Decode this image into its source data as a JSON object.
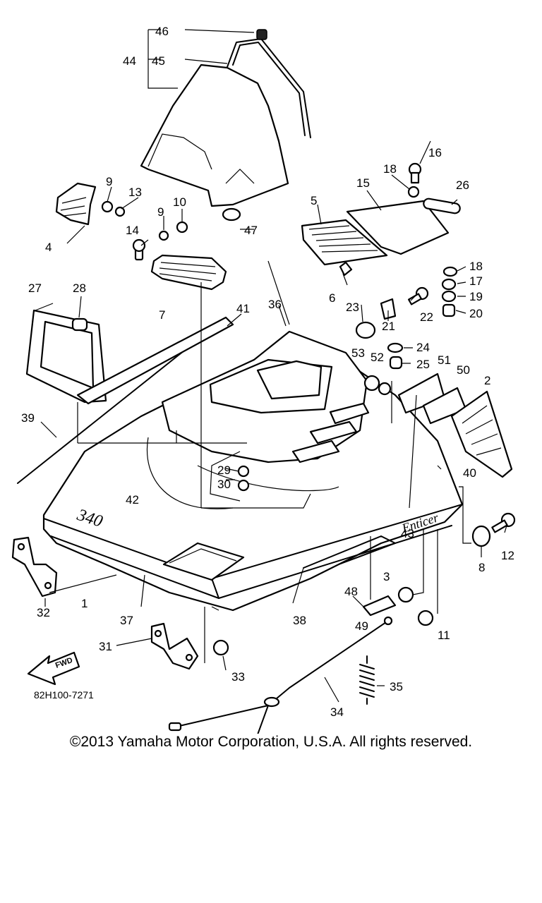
{
  "diagram": {
    "callouts": {
      "c1": "1",
      "c2": "2",
      "c3": "3",
      "c4": "4",
      "c5": "5",
      "c6": "6",
      "c7": "7",
      "c8": "8",
      "c9a": "9",
      "c9b": "9",
      "c10": "10",
      "c11": "11",
      "c12": "12",
      "c13": "13",
      "c14": "14",
      "c15": "15",
      "c16": "16",
      "c17": "17",
      "c18a": "18",
      "c18b": "18",
      "c19": "19",
      "c20": "20",
      "c21": "21",
      "c22": "22",
      "c23": "23",
      "c24": "24",
      "c25": "25",
      "c26": "26",
      "c27": "27",
      "c28": "28",
      "c29": "29",
      "c30": "30",
      "c31": "31",
      "c32": "32",
      "c33": "33",
      "c34": "34",
      "c35": "35",
      "c36": "36",
      "c37": "37",
      "c38": "38",
      "c39": "39",
      "c40": "40",
      "c41": "41",
      "c42": "42",
      "c43": "43",
      "c44": "44",
      "c45": "45",
      "c46": "46",
      "c47": "47",
      "c48": "48",
      "c49": "49",
      "c50": "50",
      "c51": "51",
      "c52": "52",
      "c53": "53"
    },
    "diagram_code": "82H100-7271",
    "fwd_label": "FWD",
    "badge_340": "340",
    "badge_enticer": "Enticer"
  },
  "footer": {
    "copyright": "©2013 Yamaha Motor Corporation, U.S.A. All rights reserved."
  }
}
